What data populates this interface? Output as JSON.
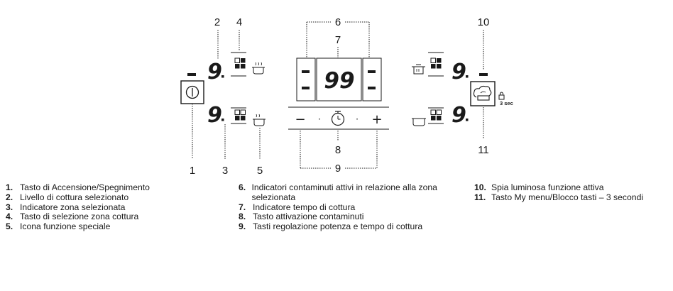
{
  "callouts": {
    "c1": "1",
    "c2": "2",
    "c3": "3",
    "c4": "4",
    "c5": "5",
    "c6": "6",
    "c7": "7",
    "c8": "8",
    "c9": "9",
    "c10": "10",
    "c11": "11"
  },
  "display": {
    "left_top_level": "9",
    "left_bottom_level": "9",
    "right_top_level": "9",
    "right_bottom_level": "9",
    "timer": "99",
    "minus_label": "−",
    "plus_label": "+",
    "dot_label": "·",
    "lock_label": "3 sec"
  },
  "legend": {
    "col1": [
      {
        "num": "1.",
        "text": "Tasto di Accensione/Spegnimento"
      },
      {
        "num": "2.",
        "text": "Livello di cottura selezionato"
      },
      {
        "num": "3.",
        "text": "Indicatore zona selezionata"
      },
      {
        "num": "4.",
        "text": "Tasto di selezione zona cottura"
      },
      {
        "num": "5.",
        "text": "Icona funzione speciale"
      }
    ],
    "col2": [
      {
        "num": "6.",
        "text": "Indicatori contaminuti attivi in relazione alla zona selezionata"
      },
      {
        "num": "7.",
        "text": "Indicatore tempo di cottura"
      },
      {
        "num": "8.",
        "text": "Tasto attivazione contaminuti"
      },
      {
        "num": "9.",
        "text": "Tasti regolazione potenza e tempo di cottura"
      }
    ],
    "col3": [
      {
        "num": "10.",
        "text": "Spia luminosa funzione attiva"
      },
      {
        "num": "11.",
        "text": "Tasto My menu/Blocco tasti – 3 secondi"
      }
    ]
  },
  "colors": {
    "ink": "#1a1a1a",
    "background": "#ffffff"
  },
  "icons": {
    "power": "power-icon",
    "zone_select": "zone-select-icon",
    "timer": "stopwatch-icon",
    "pot": "pot-icon",
    "pan": "pan-icon",
    "chef": "chef-hat-icon",
    "lock": "lock-icon"
  }
}
